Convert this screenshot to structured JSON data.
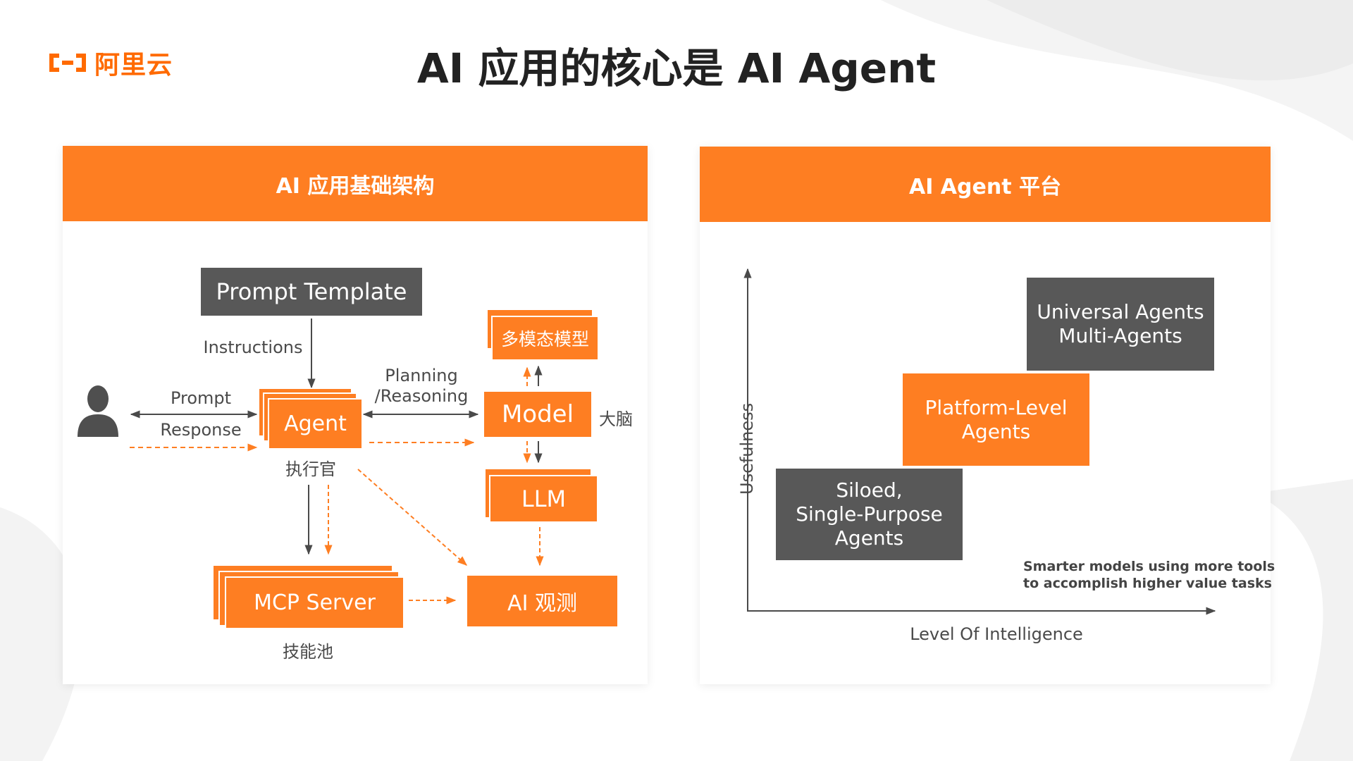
{
  "brand": {
    "name": "阿里云",
    "accent": "#ff6a00",
    "icon": "aliyun-logo-icon"
  },
  "title": "AI 应用的核心是 AI Agent",
  "colors": {
    "orange": "#fe7e22",
    "dark_box": "#585858",
    "arrow_dark": "#4a4a4a",
    "arrow_orange": "#fe7e22"
  },
  "left_panel": {
    "header": "AI 应用基础架构",
    "user_icon": "user-silhouette-icon",
    "nodes": {
      "prompt_template": "Prompt Template",
      "agent": "Agent",
      "model": "Model",
      "multimodal": "多模态模型",
      "llm": "LLM",
      "mcp_server": "MCP Server",
      "ai_observe": "AI 观测"
    },
    "labels": {
      "instructions": "Instructions",
      "prompt": "Prompt",
      "response": "Response",
      "planning": "Planning",
      "reasoning": "/Reasoning",
      "agent_role": "执行官",
      "model_role": "大脑",
      "mcp_role": "技能池"
    }
  },
  "right_panel": {
    "header": "AI Agent 平台",
    "y_axis": "Usefulness",
    "x_axis": "Level Of Intelligence",
    "tiers": [
      {
        "lines": [
          "Siloed,",
          "Single-Purpose",
          "Agents"
        ]
      },
      {
        "lines": [
          "Platform-Level",
          "Agents"
        ]
      },
      {
        "lines": [
          "Universal Agents",
          "Multi-Agents"
        ]
      }
    ],
    "note_lines": [
      "Smarter models using more tools",
      "to accomplish higher value tasks"
    ]
  }
}
